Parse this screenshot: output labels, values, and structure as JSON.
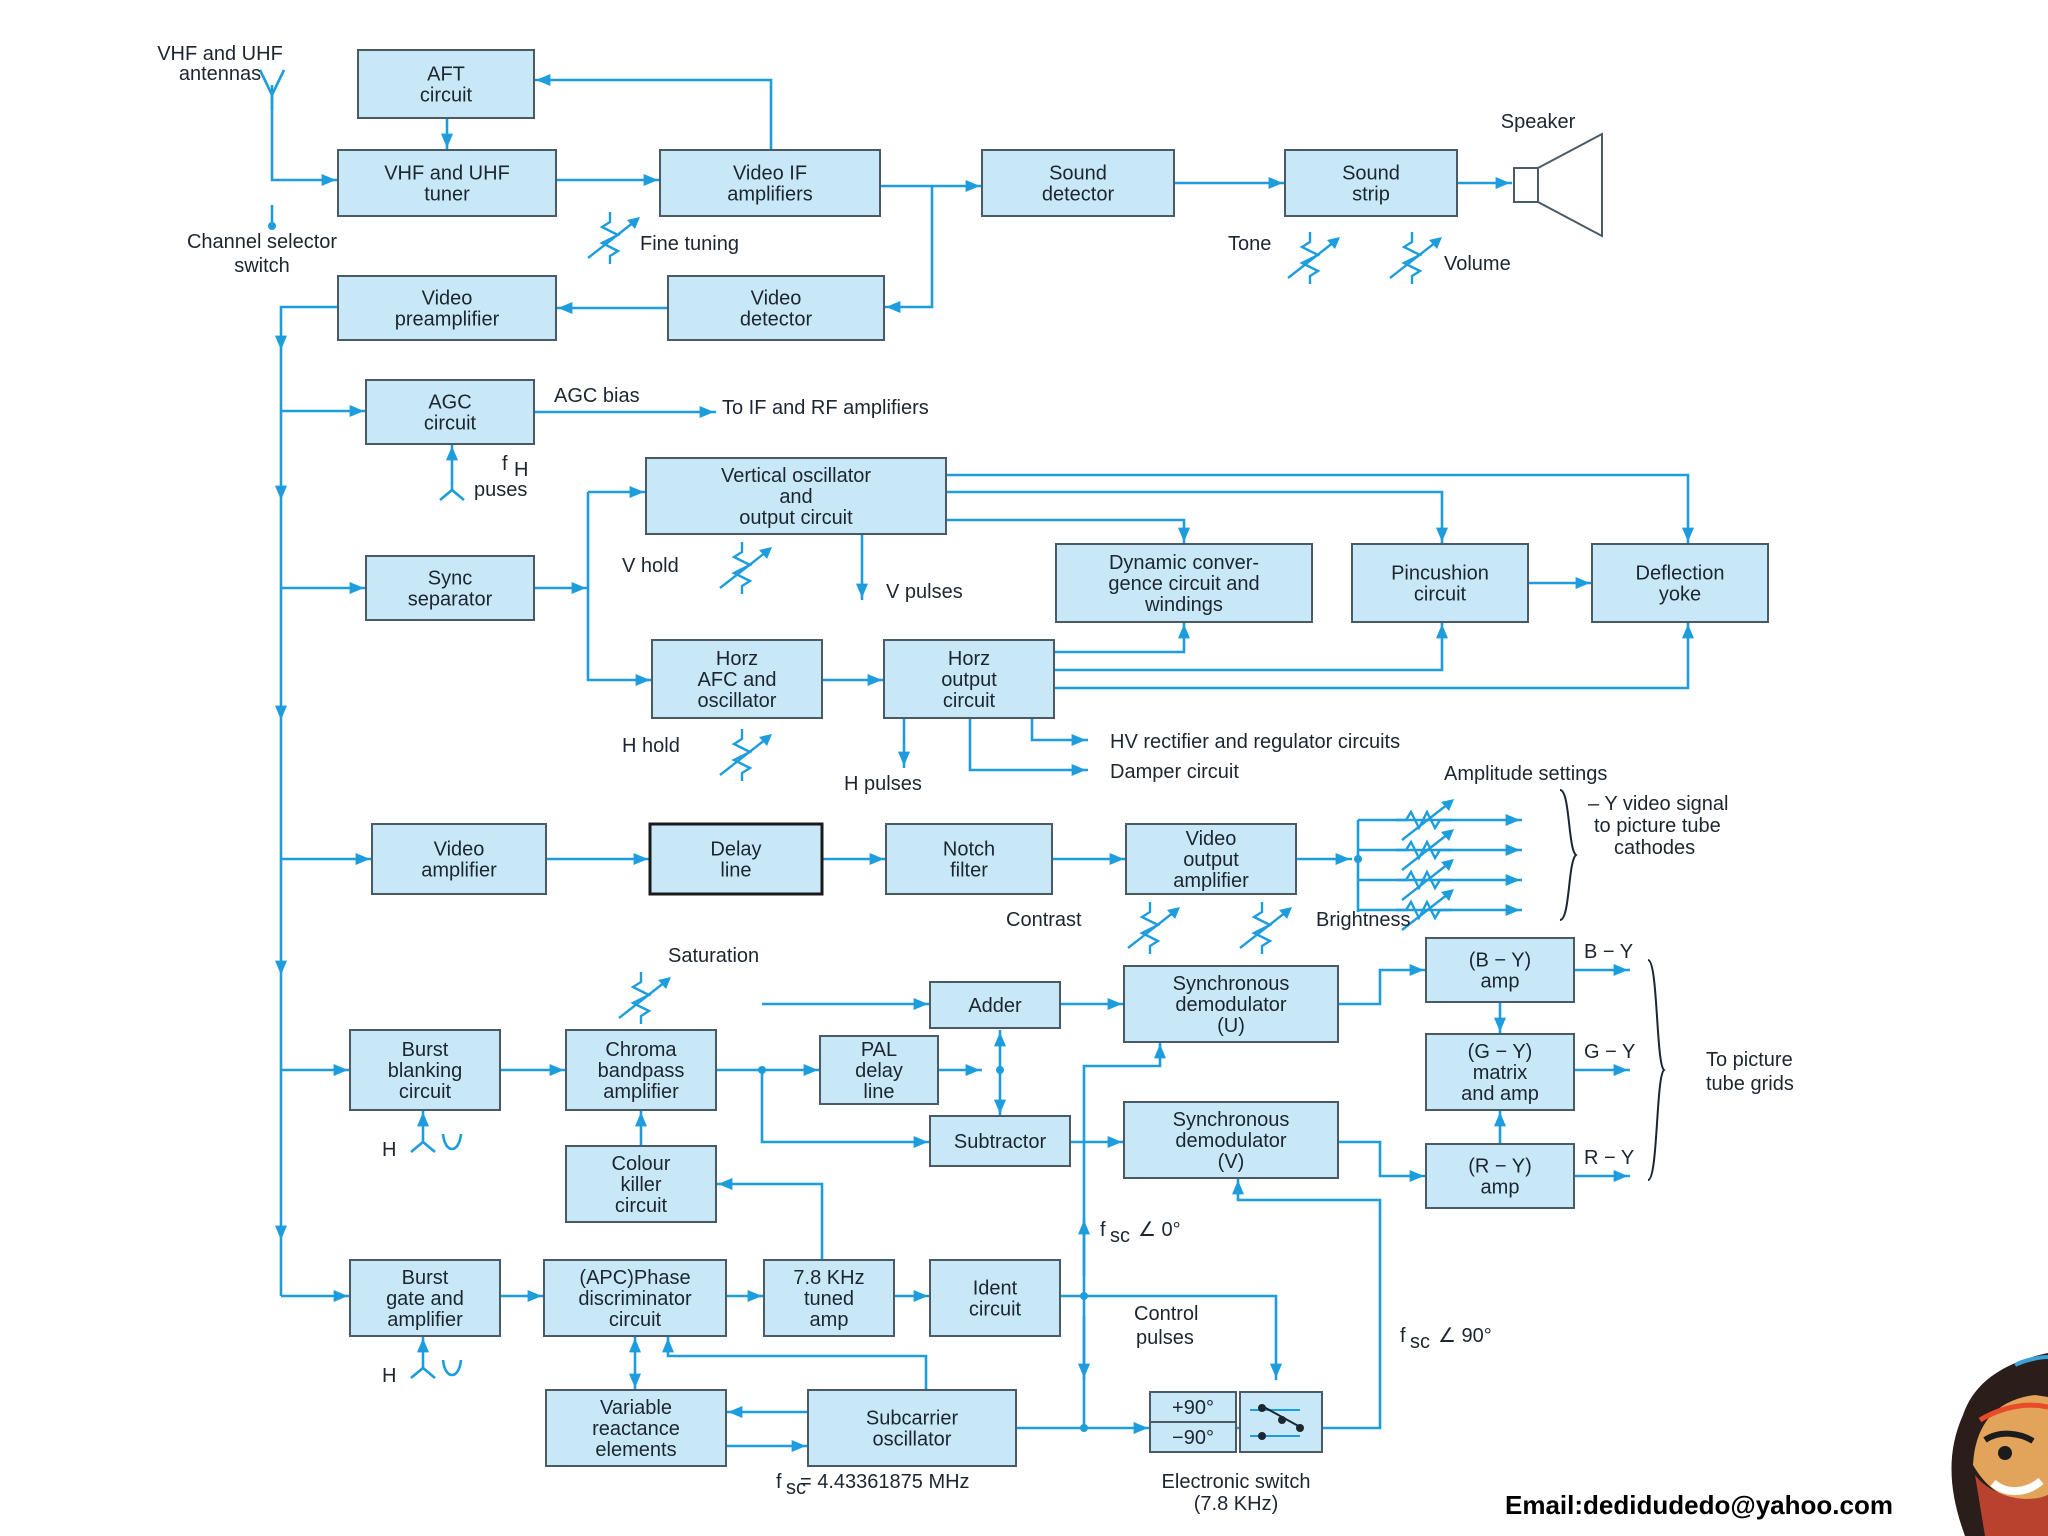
{
  "blocks": {
    "aft": [
      "AFT",
      "circuit"
    ],
    "tuner": [
      "VHF and UHF",
      "tuner"
    ],
    "video_if": [
      "Video IF",
      "amplifiers"
    ],
    "sound_det": [
      "Sound",
      "detector"
    ],
    "sound_strip": [
      "Sound",
      "strip"
    ],
    "video_pre": [
      "Video",
      "preamplifier"
    ],
    "video_det": [
      "Video",
      "detector"
    ],
    "agc": [
      "AGC",
      "circuit"
    ],
    "vert_osc": [
      "Vertical oscillator",
      "and",
      "output circuit"
    ],
    "sync_sep": [
      "Sync",
      "separator"
    ],
    "dyn_conv": [
      "Dynamic conver-",
      "gence circuit and",
      "windings"
    ],
    "pincushion": [
      "Pincushion",
      "circuit"
    ],
    "deflection": [
      "Deflection",
      "yoke"
    ],
    "horz_afc": [
      "Horz",
      "AFC and",
      "oscillator"
    ],
    "horz_out": [
      "Horz",
      "output",
      "circuit"
    ],
    "video_amp": [
      "Video",
      "amplifier"
    ],
    "delay_line": [
      "Delay",
      "line"
    ],
    "notch": [
      "Notch",
      "filter"
    ],
    "video_out": [
      "Video",
      "output",
      "amplifier"
    ],
    "burst_blank": [
      "Burst",
      "blanking",
      "circuit"
    ],
    "chroma_bp": [
      "Chroma",
      "bandpass",
      "amplifier"
    ],
    "adder": [
      "Adder"
    ],
    "pal_delay": [
      "PAL",
      "delay",
      "line"
    ],
    "subtractor": [
      "Subtractor"
    ],
    "sync_demod_u": [
      "Synchronous",
      "demodulator",
      "(U)"
    ],
    "sync_demod_v": [
      "Synchronous",
      "demodulator",
      "(V)"
    ],
    "by_amp": [
      "(B − Y)",
      "amp"
    ],
    "gy_matrix": [
      "(G − Y)",
      "matrix",
      "and amp"
    ],
    "ry_amp": [
      "(R − Y)",
      "amp"
    ],
    "colour_killer": [
      "Colour",
      "killer",
      "circuit"
    ],
    "burst_gate": [
      "Burst",
      "gate and",
      "amplifier"
    ],
    "apc": [
      "(APC)Phase",
      "discriminator",
      "circuit"
    ],
    "tuned_amp": [
      "7.8 KHz",
      "tuned",
      "amp"
    ],
    "ident": [
      "Ident",
      "circuit"
    ],
    "var_react": [
      "Variable",
      "reactance",
      "elements"
    ],
    "subcarrier": [
      "Subcarrier",
      "oscillator"
    ],
    "sw_plus": [
      "+90°"
    ],
    "sw_minus": [
      "−90°"
    ]
  },
  "labels": {
    "antennas": [
      "VHF and UHF",
      "antennas"
    ],
    "speaker": "Speaker",
    "channel_selector": [
      "Channel selector",
      "switch"
    ],
    "fine_tuning": "Fine tuning",
    "tone": "Tone",
    "volume": "Volume",
    "agc_bias": "AGC bias",
    "to_if_rf": "To IF and RF amplifiers",
    "fh": "f",
    "fh_sub": "H",
    "puses": "puses",
    "v_hold": "V hold",
    "v_pulses": "V pulses",
    "h_hold": "H hold",
    "h_pulses": "H pulses",
    "hv_rectifier": "HV rectifier and regulator circuits",
    "damper": "Damper circuit",
    "amplitude_settings": "Amplitude settings",
    "y_video": [
      "– Y video signal",
      "to picture tube",
      "cathodes"
    ],
    "contrast": "Contrast",
    "brightness": "Brightness",
    "saturation": "Saturation",
    "b_y": "B − Y",
    "g_y": "G − Y",
    "r_y": "R − Y",
    "to_grids": [
      "To picture",
      "tube grids"
    ],
    "h1": "H",
    "h2": "H",
    "fsc0": "f",
    "fsc0_sub": "sc",
    "fsc0_angle": "∠ 0°",
    "fsc90": "f",
    "fsc90_sub": "sc",
    "fsc90_angle": "∠ 90°",
    "control_pulses": [
      "Control",
      "pulses"
    ],
    "fsc_value": "f",
    "fsc_value_sub": "sc",
    "fsc_value_text": " = 4.43361875 MHz",
    "electronic_switch": [
      "Electronic switch",
      "(7.8 KHz)"
    ]
  },
  "footer": {
    "email": "Email:dedidudedo@yahoo.com"
  },
  "colors": {
    "block_fill": "#c8e8f8",
    "wire": "#1d9ddd",
    "outline": "#4a5a66"
  },
  "icons": {
    "antenna": "antenna-icon",
    "speaker": "speaker-icon",
    "avatar": "avatar-illustration"
  }
}
